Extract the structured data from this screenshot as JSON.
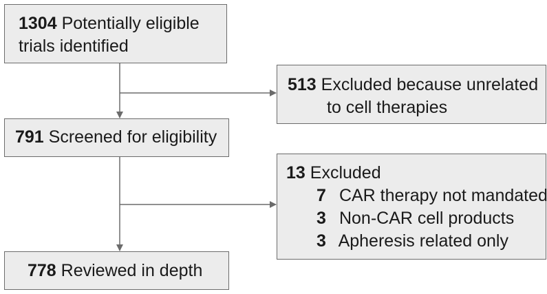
{
  "flow": {
    "identified": {
      "count": "1304",
      "line1": "Potentially eligible",
      "line2": "trials identified"
    },
    "excluded_unrelated": {
      "count": "513",
      "line1": "Excluded because unrelated",
      "line2": "to cell therapies"
    },
    "screened": {
      "count": "791",
      "label": "Screened for eligibility"
    },
    "excluded": {
      "count": "13",
      "label": "Excluded",
      "reasons": [
        {
          "count": "7",
          "label": "CAR therapy not mandated"
        },
        {
          "count": "3",
          "label": "Non-CAR cell products"
        },
        {
          "count": "3",
          "label": "Apheresis related only"
        }
      ]
    },
    "reviewed": {
      "count": "778",
      "label": "Reviewed in depth"
    }
  },
  "colors": {
    "box_fill": "#ececec",
    "box_border": "#6b6b6b",
    "connector": "#6b6b6b",
    "text": "#1a1a1a"
  }
}
